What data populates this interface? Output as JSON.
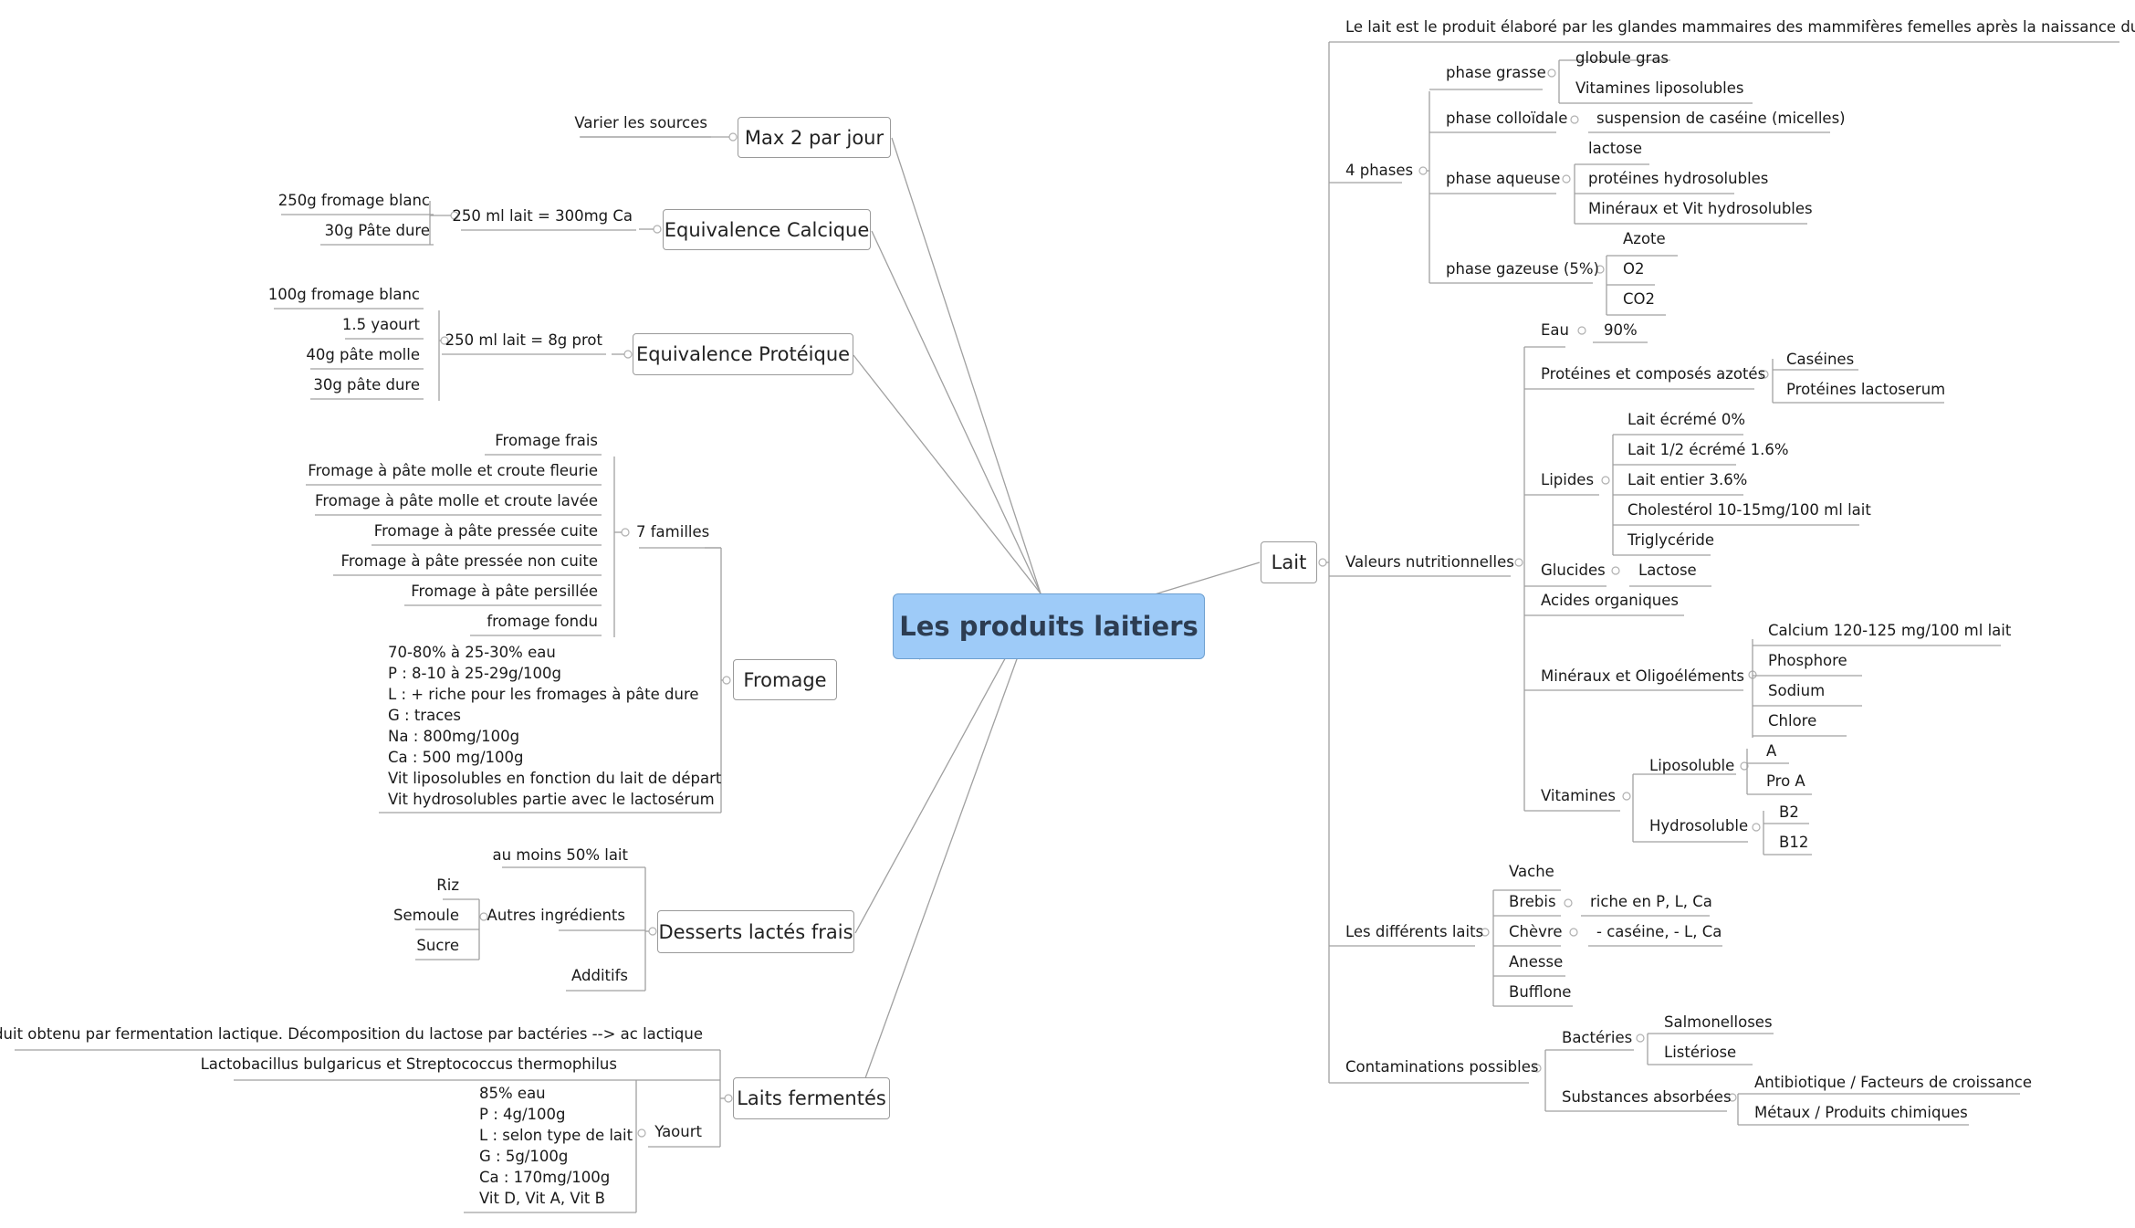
{
  "colors": {
    "central_fill": "#9ecbf8",
    "central_border": "#6d9fd0",
    "line": "#a0a0a0",
    "text": "#1a1a1a"
  },
  "central": "Les produits laitiers",
  "right": {
    "lait": {
      "label": "Lait",
      "definition": "Le lait est le produit élaboré par les glandes mammaires des mammifères femelles après la naissance du jeune",
      "phases": {
        "label": "4 phases",
        "grasse": {
          "label": "phase grasse",
          "items": [
            "globule gras",
            "Vitamines liposolubles"
          ]
        },
        "colloidale": {
          "label": "phase colloïdale",
          "items": [
            "suspension de caséine (micelles)"
          ]
        },
        "aqueuse": {
          "label": "phase aqueuse",
          "items": [
            "lactose",
            "protéines hydrosolubles",
            "Minéraux et Vit hydrosolubles"
          ]
        },
        "gazeuse": {
          "label": "phase gazeuse (5%)",
          "items": [
            "Azote",
            "O2",
            "CO2"
          ]
        }
      },
      "valeurs": {
        "label": "Valeurs nutritionnelles",
        "eau": {
          "label": "Eau",
          "items": [
            "90%"
          ]
        },
        "proteines": {
          "label": "Protéines et composés azotés",
          "items": [
            "Caséines",
            "Protéines lactoserum"
          ]
        },
        "lipides": {
          "label": "Lipides",
          "items": [
            "Lait écrémé 0%",
            "Lait 1/2 écrémé 1.6%",
            "Lait entier 3.6%",
            "Cholestérol 10-15mg/100 ml lait",
            "Triglycéride"
          ]
        },
        "glucides": {
          "label": "Glucides",
          "items": [
            "Lactose"
          ]
        },
        "acides": {
          "label": "Acides organiques"
        },
        "mineraux": {
          "label": "Minéraux et Oligoéléments",
          "items": [
            "Calcium 120-125 mg/100 ml lait",
            "Phosphore",
            "Sodium",
            "Chlore"
          ]
        },
        "vitamines": {
          "label": "Vitamines",
          "lipo": {
            "label": "Liposoluble",
            "items": [
              "A",
              "Pro A"
            ]
          },
          "hydro": {
            "label": "Hydrosoluble",
            "items": [
              "B2",
              "B12"
            ]
          }
        }
      },
      "laits": {
        "label": "Les différents laits",
        "vache": {
          "label": "Vache"
        },
        "brebis": {
          "label": "Brebis",
          "items": [
            "riche en P, L, Ca"
          ]
        },
        "chevre": {
          "label": "Chèvre",
          "items": [
            "- caséine, - L, Ca"
          ]
        },
        "anesse": {
          "label": "Anesse"
        },
        "bufflone": {
          "label": "Bufflone"
        }
      },
      "contaminations": {
        "label": "Contaminations possibles",
        "bacteries": {
          "label": "Bactéries",
          "items": [
            "Salmonelloses",
            "Listériose"
          ]
        },
        "substances": {
          "label": "Substances absorbées",
          "items": [
            "Antibiotique / Facteurs de croissance",
            "Métaux / Produits chimiques"
          ]
        }
      }
    }
  },
  "left": {
    "max2": {
      "label": "Max 2 par jour",
      "items": [
        "Varier les sources"
      ]
    },
    "calcique": {
      "label": "Equivalence Calcique",
      "sub": "250 ml lait = 300mg Ca",
      "items": [
        "250g fromage blanc",
        "30g Pâte dure"
      ]
    },
    "proteique": {
      "label": "Equivalence Protéique",
      "sub": "250 ml lait = 8g prot",
      "items": [
        "100g fromage blanc",
        "1.5 yaourt",
        "40g pâte molle",
        "30g pâte dure"
      ]
    },
    "fromage": {
      "label": "Fromage",
      "familles": {
        "label": "7 familles",
        "items": [
          "Fromage frais",
          "Fromage à pâte molle et croute fleurie",
          "Fromage à pâte molle et croute lavée",
          "Fromage à pâte pressée cuite",
          "Fromage à pâte pressée non cuite",
          "Fromage à pâte persillée",
          "fromage fondu"
        ]
      },
      "composition": "70-80% à 25-30% eau\nP : 8-10 à 25-29g/100g\nL : + riche pour les fromages à pâte dure\nG : traces\nNa : 800mg/100g\nCa : 500 mg/100g\nVit liposolubles en fonction du lait de départ\nVit hydrosolubles partie avec le lactosérum"
    },
    "desserts": {
      "label": "Desserts lactés frais",
      "lait": "au moins 50% lait",
      "autres": {
        "label": "Autres ingrédients",
        "items": [
          "Riz",
          "Semoule",
          "Sucre"
        ]
      },
      "additifs": "Additifs"
    },
    "fermentes": {
      "label": "Laits fermentés",
      "definition": "Produit obtenu par fermentation lactique. Décomposition du lactose par bactéries --> ac lactique",
      "bacteries": "Lactobacillus bulgaricus et Streptococcus thermophilus",
      "yaourt": {
        "label": "Yaourt",
        "composition": "85% eau\nP : 4g/100g\nL : selon type de lait\nG : 5g/100g\nCa : 170mg/100g\nVit D, Vit A, Vit B"
      }
    }
  }
}
